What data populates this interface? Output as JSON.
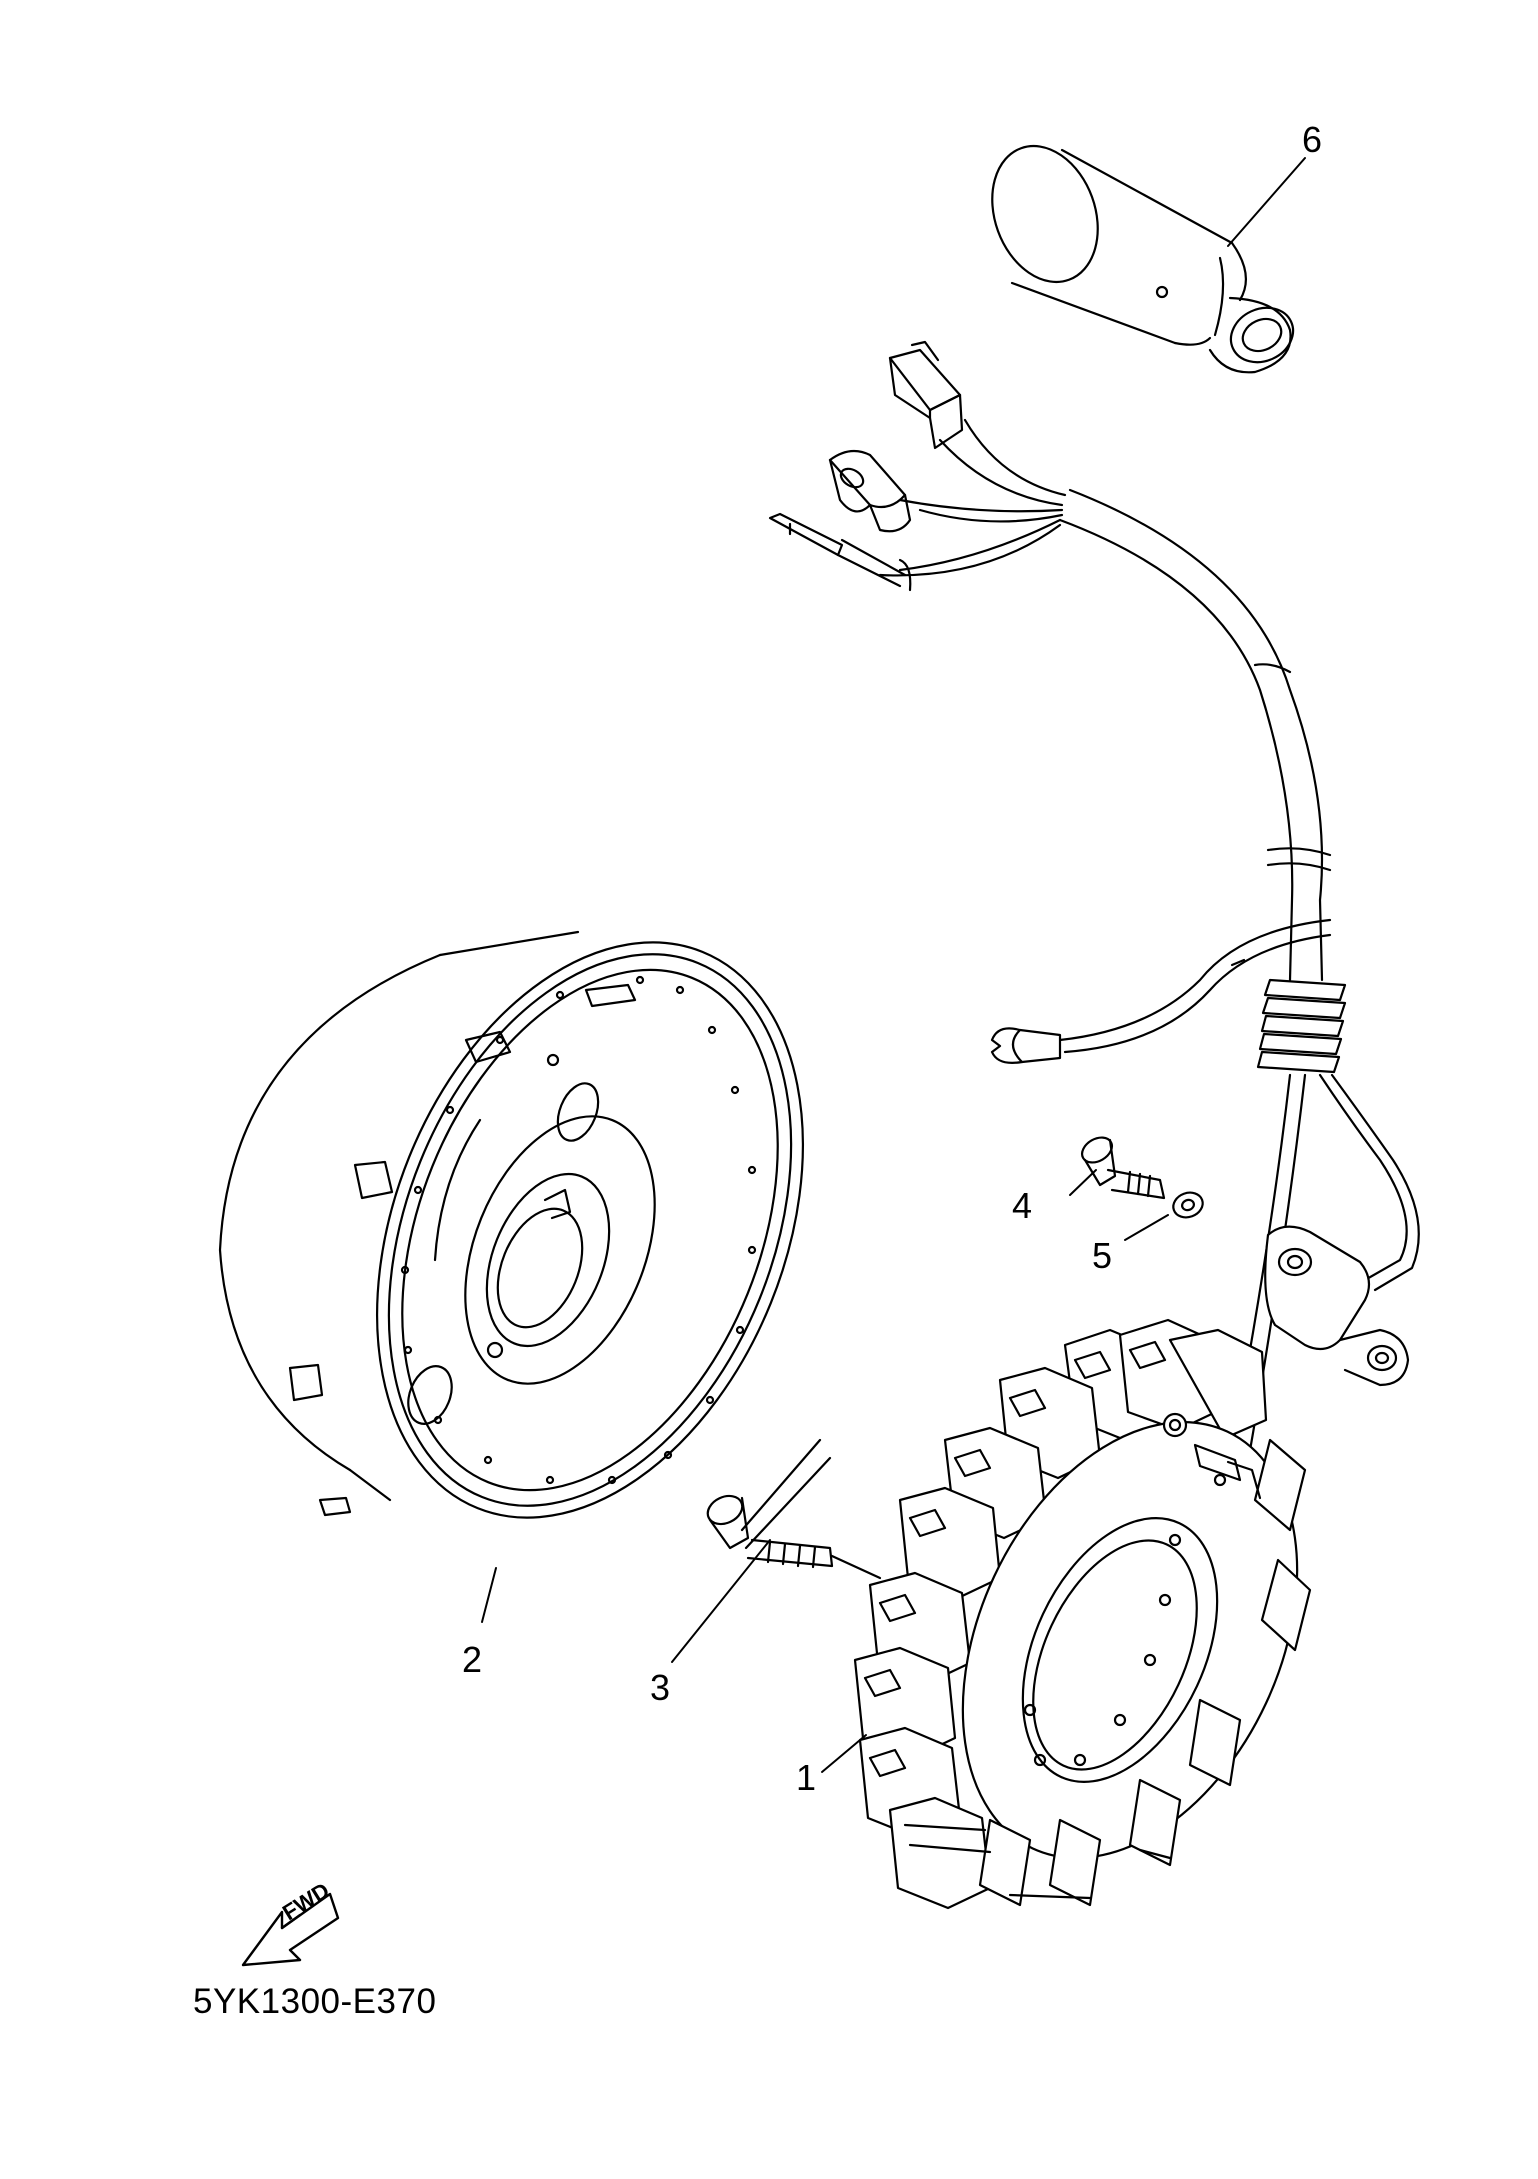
{
  "callouts": [
    {
      "id": "1",
      "label": "1"
    },
    {
      "id": "2",
      "label": "2"
    },
    {
      "id": "3",
      "label": "3"
    },
    {
      "id": "4",
      "label": "4"
    },
    {
      "id": "5",
      "label": "5"
    },
    {
      "id": "6",
      "label": "6"
    }
  ],
  "fwd_marker": {
    "label": "FWD"
  },
  "document_code": "5YK1300-E370"
}
